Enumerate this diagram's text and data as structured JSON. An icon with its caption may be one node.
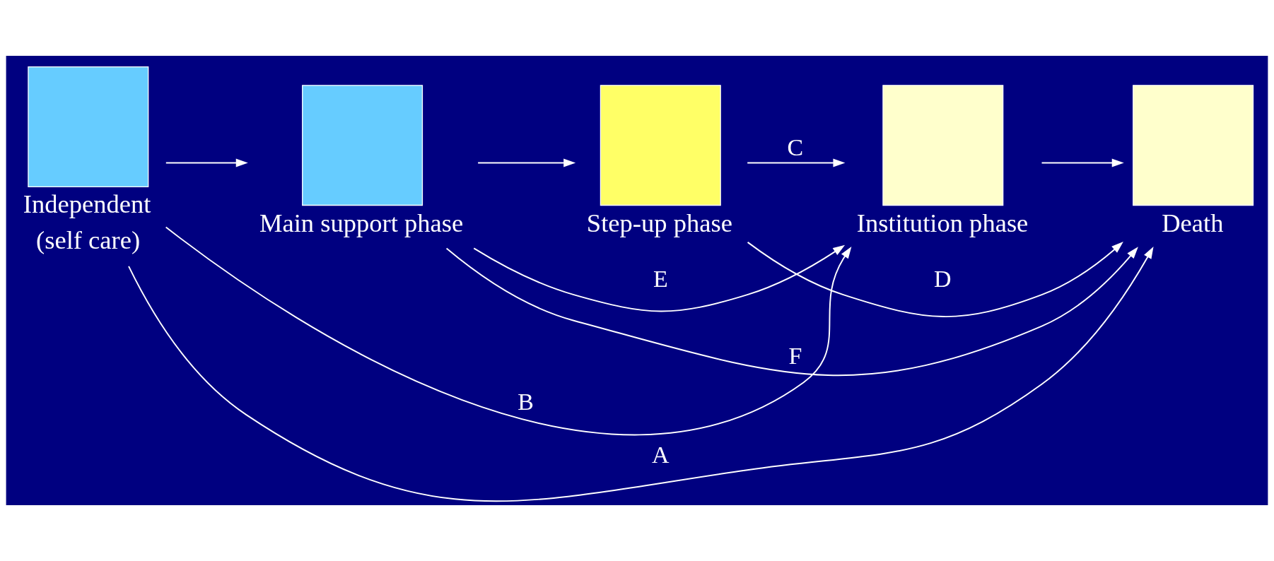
{
  "diagram": {
    "nodes": [
      {
        "text": [
          "Independent",
          "(self care)"
        ]
      },
      {
        "text": [
          "Main support phase"
        ]
      },
      {
        "text": [
          "Step-up phase"
        ]
      },
      {
        "text": [
          "Institution phase"
        ]
      },
      {
        "text": [
          "Death"
        ]
      }
    ],
    "edges": [
      {
        "from": 0,
        "to": 1,
        "arrow": "to"
      },
      {
        "from": 1,
        "to": 2,
        "arrow": "to"
      },
      {
        "from": 2,
        "to": 3,
        "arrow": "to",
        "label": "C"
      },
      {
        "from": 3,
        "to": 4,
        "arrow": "to"
      },
      {
        "from": 1,
        "to": 4,
        "arrow": "to",
        "label": "F"
      },
      {
        "from": 1,
        "to": 3,
        "arrow": "to",
        "label": "E"
      },
      {
        "from": 2,
        "to": 4,
        "arrow": "to",
        "label": "D"
      },
      {
        "from": 0,
        "to": 3,
        "arrow": "to",
        "label": "B"
      },
      {
        "from": 0,
        "to": 4,
        "arrow": "to",
        "label": "A"
      }
    ]
  }
}
